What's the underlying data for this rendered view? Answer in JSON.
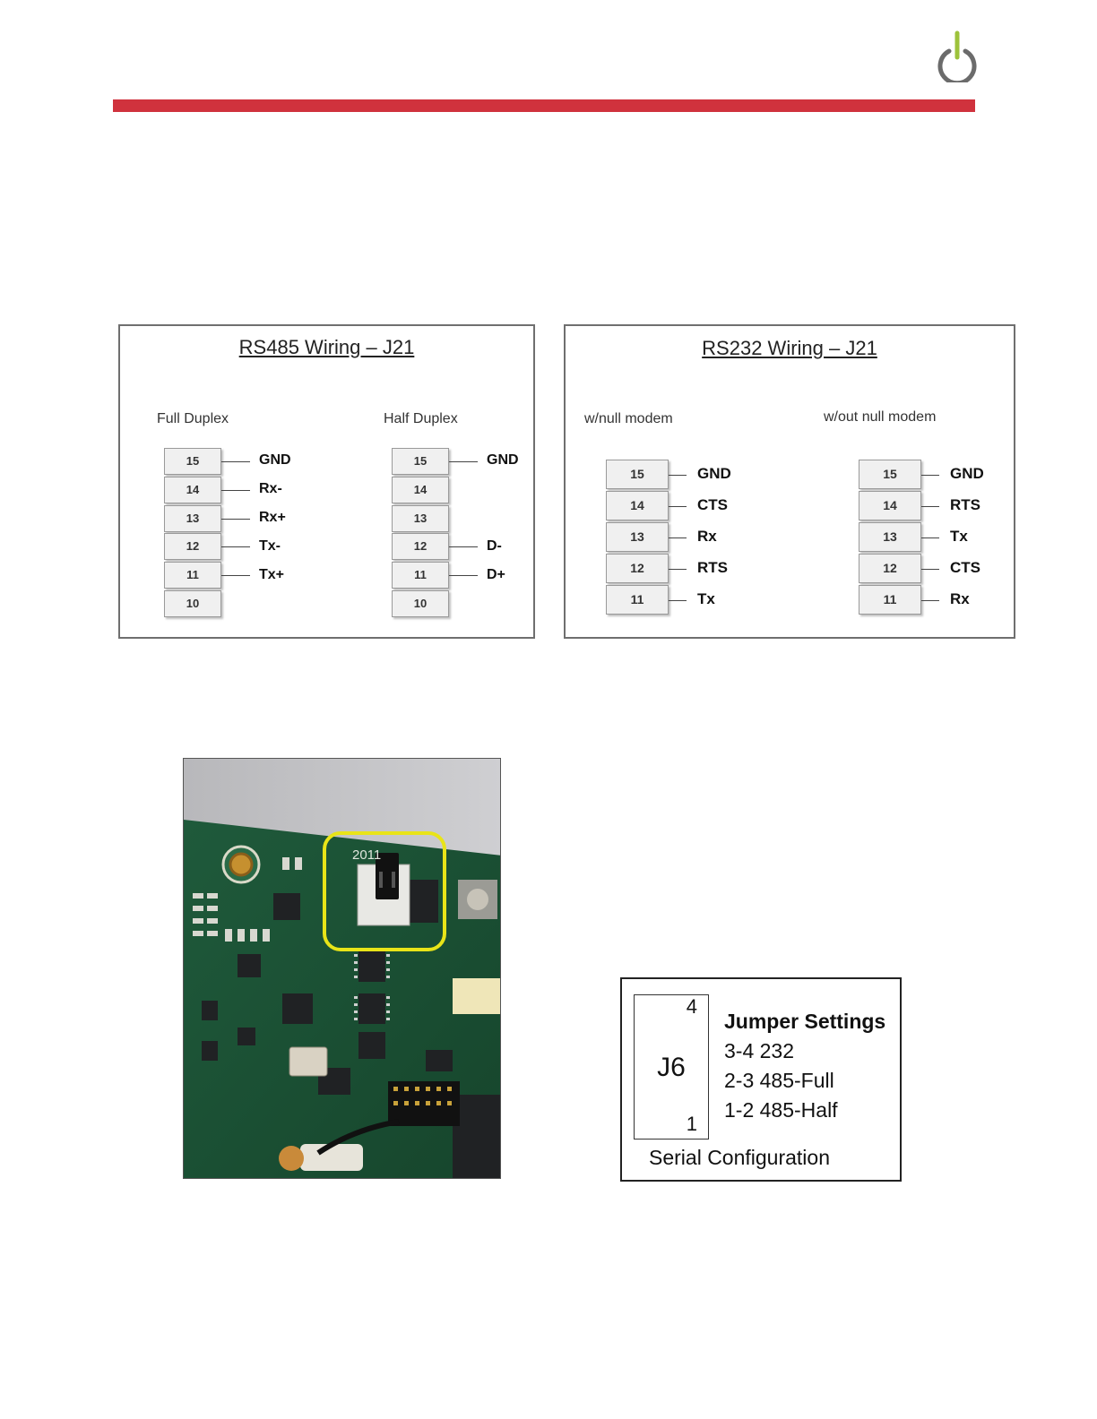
{
  "header": {
    "brand_color": "#d0323d",
    "logo_icon": "power-icon",
    "logo_colors": {
      "ring": "#6b6b6b",
      "stem": "#9dc23b"
    }
  },
  "rs485": {
    "title": "RS485 Wiring – J21",
    "full": {
      "label": "Full Duplex",
      "pins": [
        {
          "num": "15",
          "signal": "GND"
        },
        {
          "num": "14",
          "signal": "Rx-"
        },
        {
          "num": "13",
          "signal": "Rx+"
        },
        {
          "num": "12",
          "signal": "Tx-"
        },
        {
          "num": "11",
          "signal": "Tx+"
        },
        {
          "num": "10",
          "signal": ""
        }
      ]
    },
    "half": {
      "label": "Half Duplex",
      "pins": [
        {
          "num": "15",
          "signal": "GND"
        },
        {
          "num": "14",
          "signal": ""
        },
        {
          "num": "13",
          "signal": ""
        },
        {
          "num": "12",
          "signal": "D-"
        },
        {
          "num": "11",
          "signal": "D+"
        },
        {
          "num": "10",
          "signal": ""
        }
      ]
    }
  },
  "rs232": {
    "title": "RS232 Wiring – J21",
    "null_modem": {
      "label": "w/null modem",
      "pins": [
        {
          "num": "15",
          "signal": "GND"
        },
        {
          "num": "14",
          "signal": "CTS"
        },
        {
          "num": "13",
          "signal": "Rx"
        },
        {
          "num": "12",
          "signal": "RTS"
        },
        {
          "num": "11",
          "signal": "Tx"
        }
      ]
    },
    "no_null_modem": {
      "label": "w/out null modem",
      "pins": [
        {
          "num": "15",
          "signal": "GND"
        },
        {
          "num": "14",
          "signal": "RTS"
        },
        {
          "num": "13",
          "signal": "Tx"
        },
        {
          "num": "12",
          "signal": "CTS"
        },
        {
          "num": "11",
          "signal": "Rx"
        }
      ]
    }
  },
  "board_photo": {
    "silkscreen": "2011"
  },
  "jumper": {
    "connector": "J6",
    "top_pin": "4",
    "bottom_pin": "1",
    "title": "Jumper Settings",
    "settings": [
      "3-4 232",
      "2-3 485-Full",
      "1-2 485-Half"
    ],
    "caption": "Serial Configuration"
  }
}
